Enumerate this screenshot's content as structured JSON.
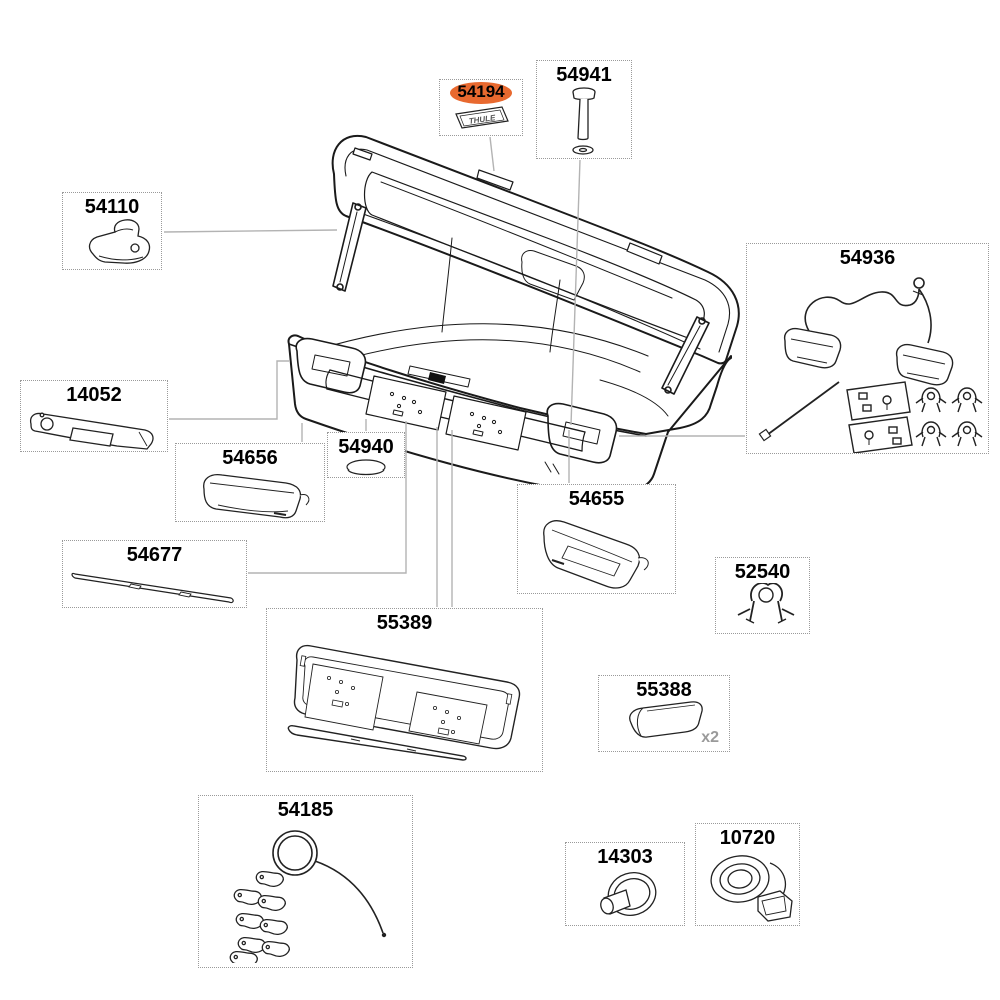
{
  "diagram": {
    "type": "exploded-parts-diagram",
    "subject": "roof cargo box with open lid",
    "highlight_color": "#E8692F",
    "line_color": "#1a1a1a",
    "leader_color": "#b3b3b3",
    "badge_text": "THULE",
    "callouts": [
      {
        "id": "54194",
        "label": "54194",
        "icon": "thule-badge-icon",
        "highlighted": true
      },
      {
        "id": "54941",
        "label": "54941",
        "icon": "bolt-washer-icon",
        "highlighted": false
      },
      {
        "id": "54110",
        "label": "54110",
        "icon": "lid-lock-icon",
        "highlighted": false
      },
      {
        "id": "54936",
        "label": "54936",
        "icon": "light-kit-icon",
        "highlighted": false
      },
      {
        "id": "14052",
        "label": "14052",
        "icon": "handle-trim-icon",
        "highlighted": false
      },
      {
        "id": "54656",
        "label": "54656",
        "icon": "corner-cover-left-icon",
        "highlighted": false
      },
      {
        "id": "54940",
        "label": "54940",
        "icon": "oval-pad-icon",
        "highlighted": false
      },
      {
        "id": "54677",
        "label": "54677",
        "icon": "seal-strip-icon",
        "highlighted": false
      },
      {
        "id": "54655",
        "label": "54655",
        "icon": "corner-cover-right-icon",
        "highlighted": false
      },
      {
        "id": "52540",
        "label": "52540",
        "icon": "push-clip-icon",
        "highlighted": false
      },
      {
        "id": "55389",
        "label": "55389",
        "icon": "plate-holder-icon",
        "highlighted": false
      },
      {
        "id": "55388",
        "label": "55388",
        "icon": "wedge-pad-icon",
        "quantity_note": "x2",
        "highlighted": false
      },
      {
        "id": "54185",
        "label": "54185",
        "icon": "lanyard-clips-icon",
        "highlighted": false
      },
      {
        "id": "14303",
        "label": "14303",
        "icon": "grommet-icon",
        "highlighted": false
      },
      {
        "id": "10720",
        "label": "10720",
        "icon": "strap-buckle-icon",
        "highlighted": false
      }
    ]
  }
}
